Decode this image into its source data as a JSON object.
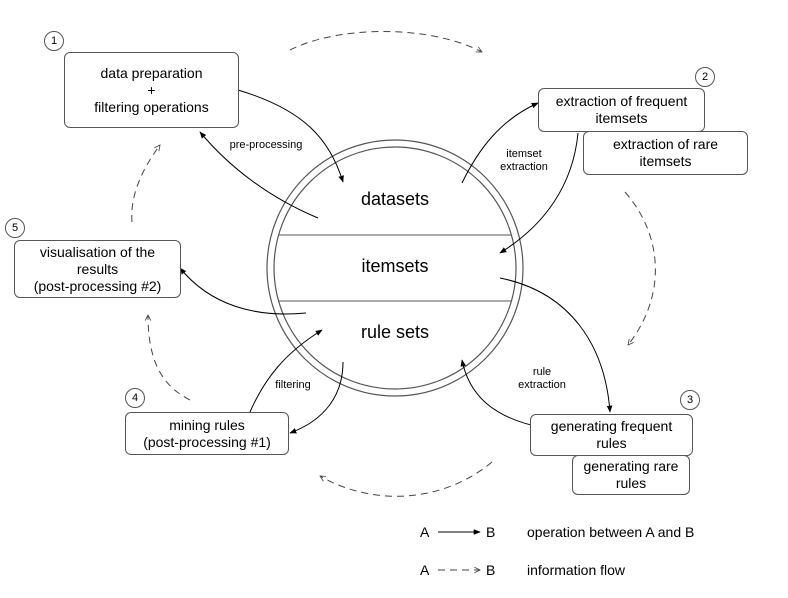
{
  "steps": [
    {
      "number": "1",
      "lines": "data preparation\n+\nfiltering operations"
    },
    {
      "number": "2",
      "lines": "extraction of frequent\nitemsets",
      "secondary": "extraction of rare\nitemsets"
    },
    {
      "number": "3",
      "lines": "generating frequent\nrules",
      "secondary": "generating rare\nrules"
    },
    {
      "number": "4",
      "lines": "mining rules\n(post-processing #1)"
    },
    {
      "number": "5",
      "lines": "visualisation of  the\nresults\n(post-processing #2)"
    }
  ],
  "center": {
    "top": "datasets",
    "middle": "itemsets",
    "bottom": "rule sets"
  },
  "edge_labels": {
    "pre_processing": "pre-processing",
    "itemset_extraction": "itemset\nextraction",
    "rule_extraction": "rule\nextraction",
    "filtering": "filtering"
  },
  "legend": {
    "solid": {
      "a": "A",
      "b": "B",
      "text": "operation between A and B"
    },
    "dashed": {
      "a": "A",
      "b": "B",
      "text": "information flow"
    }
  }
}
